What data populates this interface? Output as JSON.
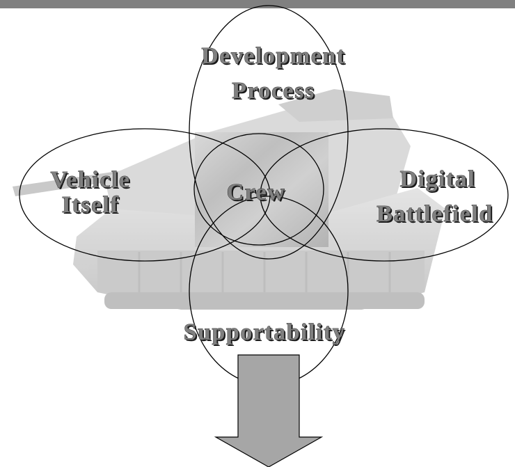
{
  "diagram": {
    "center_label": "Crew",
    "petals": [
      {
        "id": "development-process",
        "lines": [
          "Development",
          "Process"
        ]
      },
      {
        "id": "vehicle-itself",
        "lines": [
          "Vehicle",
          "Itself"
        ]
      },
      {
        "id": "digital-battlefield",
        "lines": [
          "Digital",
          "Battlefield"
        ]
      },
      {
        "id": "supportability",
        "lines": [
          "Supportability"
        ]
      }
    ],
    "colors": {
      "top_bar": "#808080",
      "arrow_fill": "#a6a6a6",
      "outline": "#000000",
      "label_fill": "#808080",
      "tank_tone": "#b8b8b8"
    },
    "icons": [
      "tank-illustration",
      "down-arrow-icon"
    ]
  }
}
